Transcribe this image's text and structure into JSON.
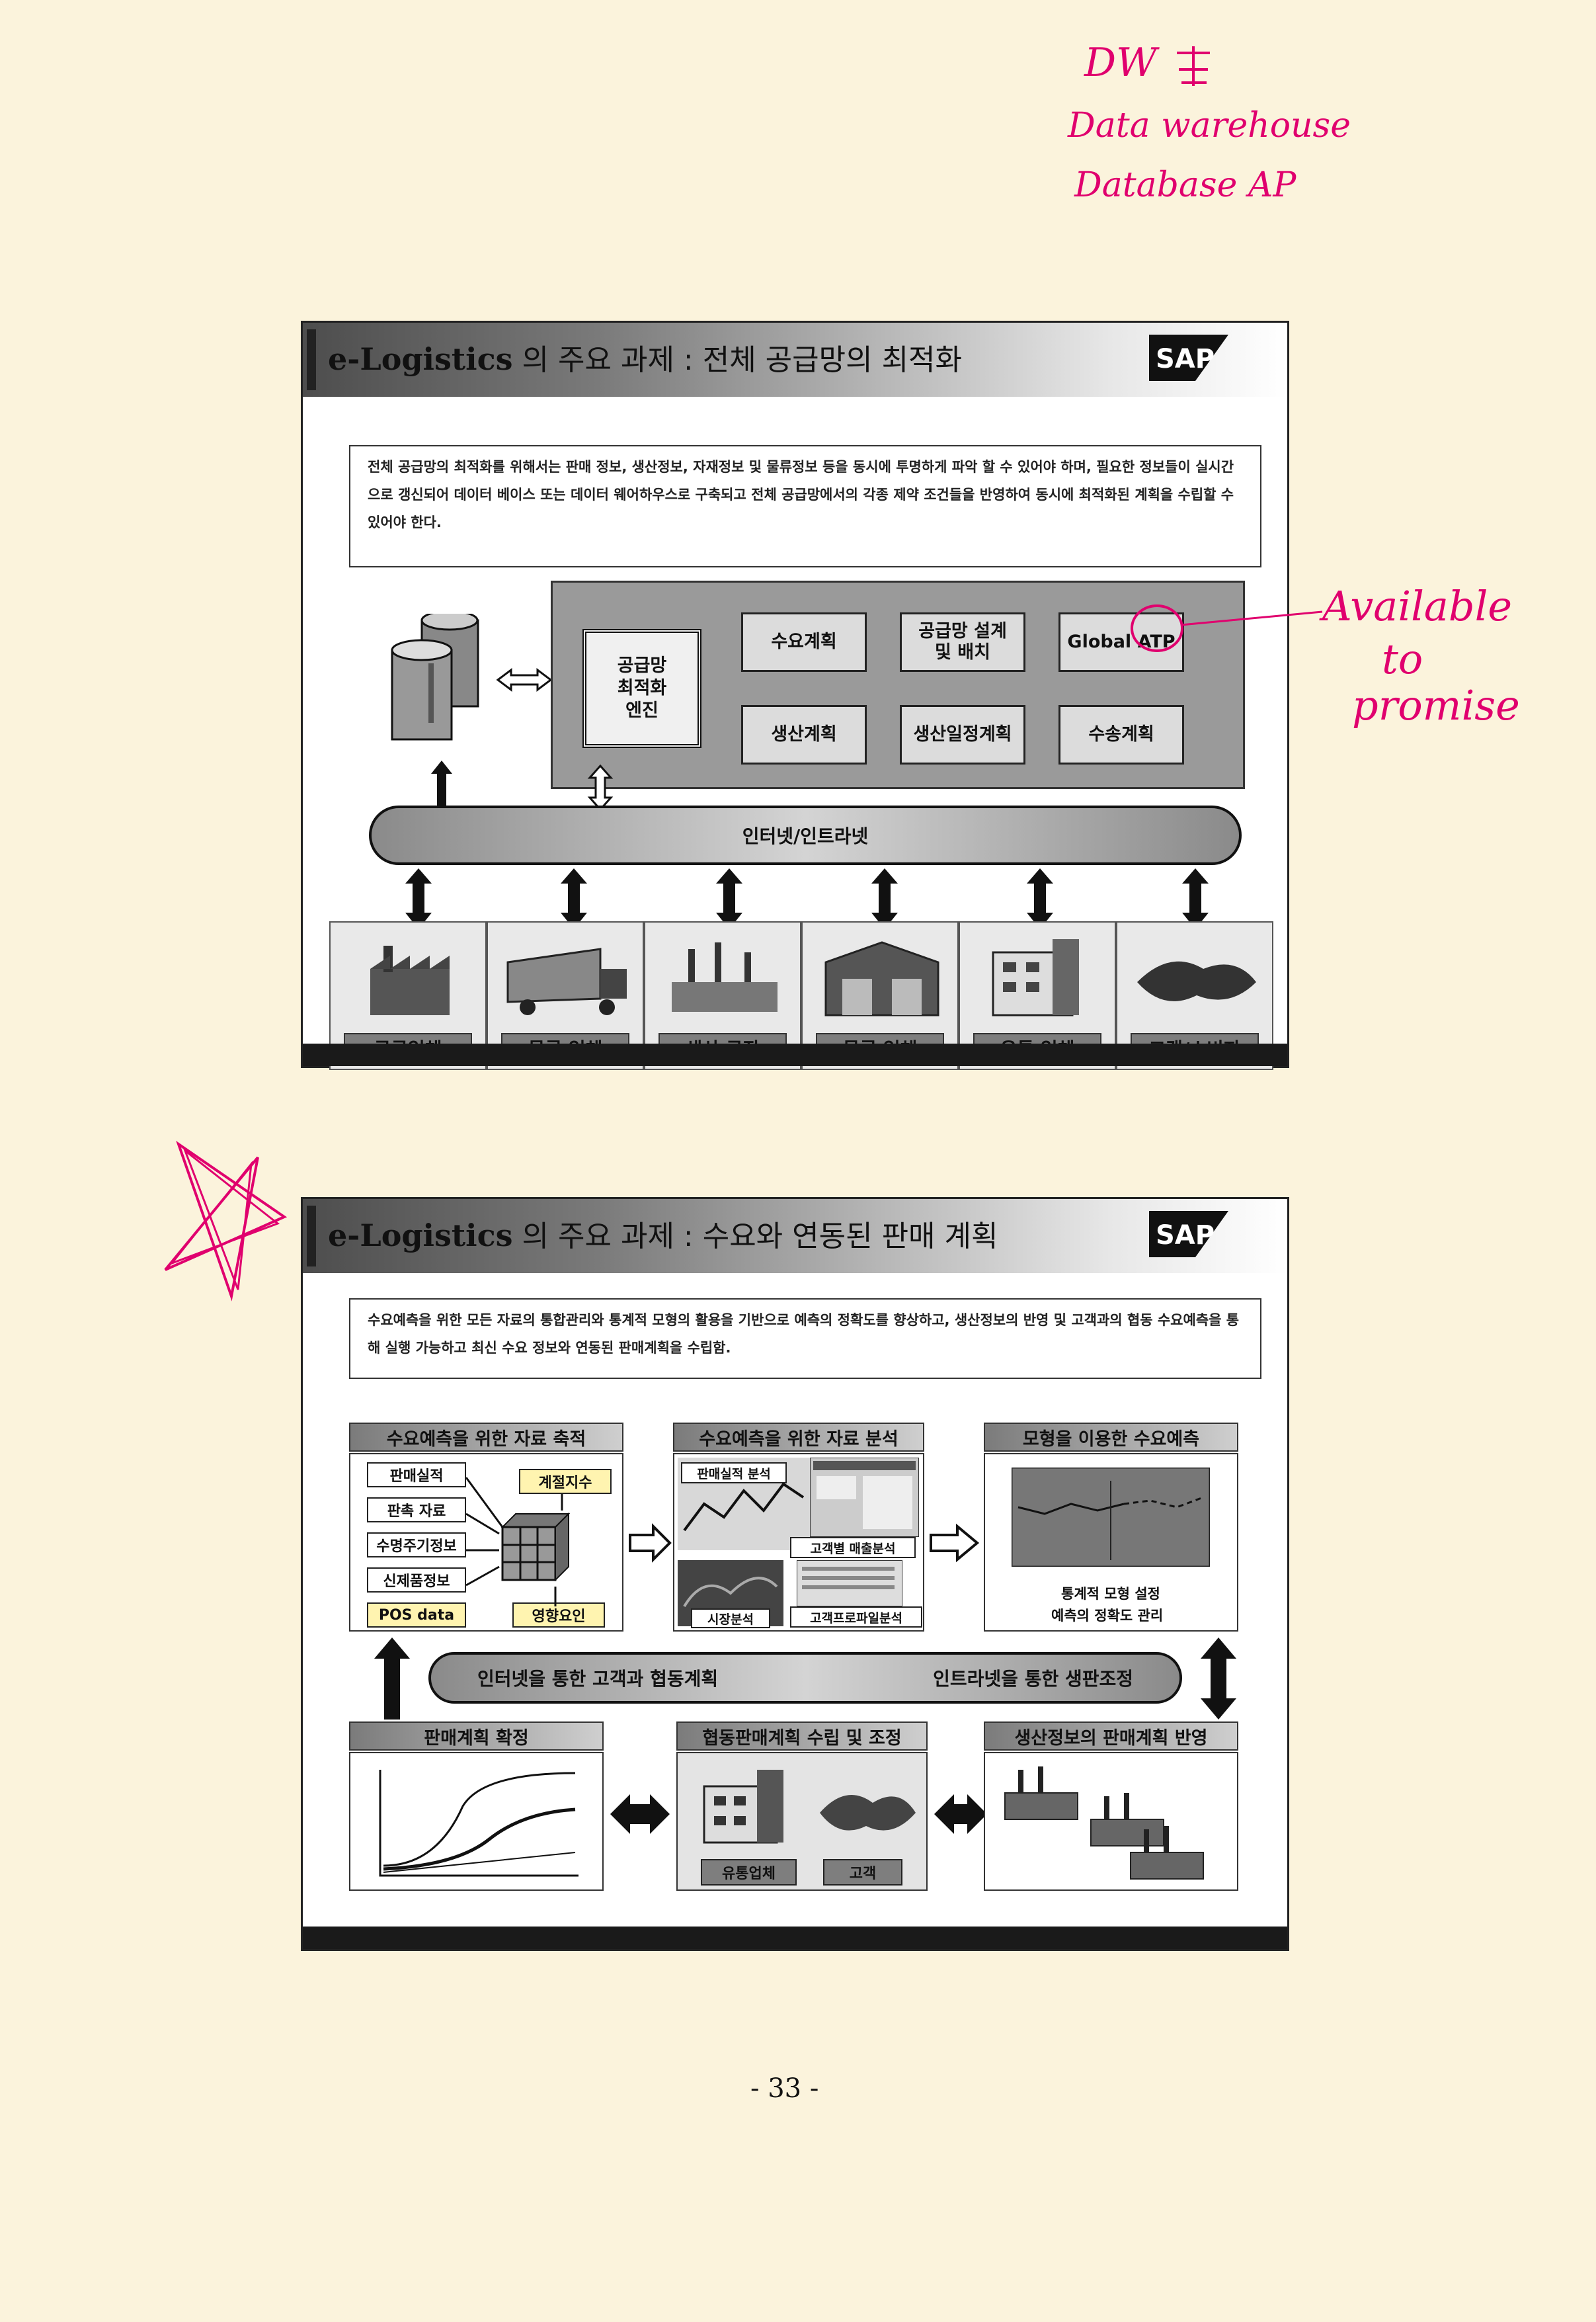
{
  "annotations": {
    "dw_line": "DW",
    "dw_line2": "Data warehouse",
    "dw_line3": "Database AP",
    "available": "Available",
    "to": "to",
    "promise": "promise"
  },
  "slide1": {
    "title_en": "e-Logistics",
    "title_ko": " 의 주요 과제 : 전체 공급망의 최적화",
    "logo": "SAP",
    "paragraph": "전체 공급망의 최적화를 위해서는 판매 정보, 생산정보, 자재정보 및 물류정보 등을 동시에 투명하게 파악 할 수 있어야 하며, 필요한 정보들이 실시간으로 갱신되어 데이터 베이스 또는 데이터 웨어하우스로 구축되고 전체 공급망에서의 각종 제약 조건들을 반영하여 동시에 최적화된 계획을 수립할 수 있어야 한다.",
    "engine": "공급망\n최적화\n엔진",
    "modules": [
      "수요계획",
      "공급망 설계\n및 배치",
      "Global ATP",
      "생산계획",
      "생산일정계획",
      "수송계획"
    ],
    "network": "인터넷/인트라넷",
    "entities": [
      "공급업체",
      "물류 업체",
      "생산 공장",
      "물류 업체",
      "유통 업체",
      "고객/소비자"
    ]
  },
  "slide2": {
    "title_en": "e-Logistics",
    "title_ko": " 의 주요 과제 : 수요와 연동된 판매 계획",
    "logo": "SAP",
    "paragraph": "수요예측을 위한 모든 자료의 통합관리와 통계적 모형의 활용을 기반으로 예측의 정확도를 향상하고, 생산정보의 반영 및 고객과의 협동 수요예측을 통해 실행 가능하고 최신 수요 정보와 연동된 판매계획을 수립함.",
    "sec1_title": "수요예측을 위한 자료 축적",
    "sec1_tags": [
      "판매실적",
      "판촉 자료",
      "수명주기정보",
      "신제품정보",
      "POS data",
      "계절지수",
      "영향요인"
    ],
    "sec2_title": "수요예측을 위한 자료 분석",
    "sec2_labels": [
      "판매실적 분석",
      "고객별 매출분석",
      "시장분석",
      "고객프로파일분석"
    ],
    "sec3_title": "모형을 이용한 수요예측",
    "sec3_lines": [
      "통계적 모형 설정",
      "예측의 정확도 관리"
    ],
    "pill_left": "인터넷을 통한 고객과 협동계획",
    "pill_right": "인트라넷을 통한 생판조정",
    "sec4_title": "판매계획 확정",
    "sec5_title": "협동판매계획 수립 및 조정",
    "sec5_labels": [
      "유통업체",
      "고객"
    ],
    "sec6_title": "생산정보의 판매계획 반영"
  },
  "page_number": "- 33 -"
}
